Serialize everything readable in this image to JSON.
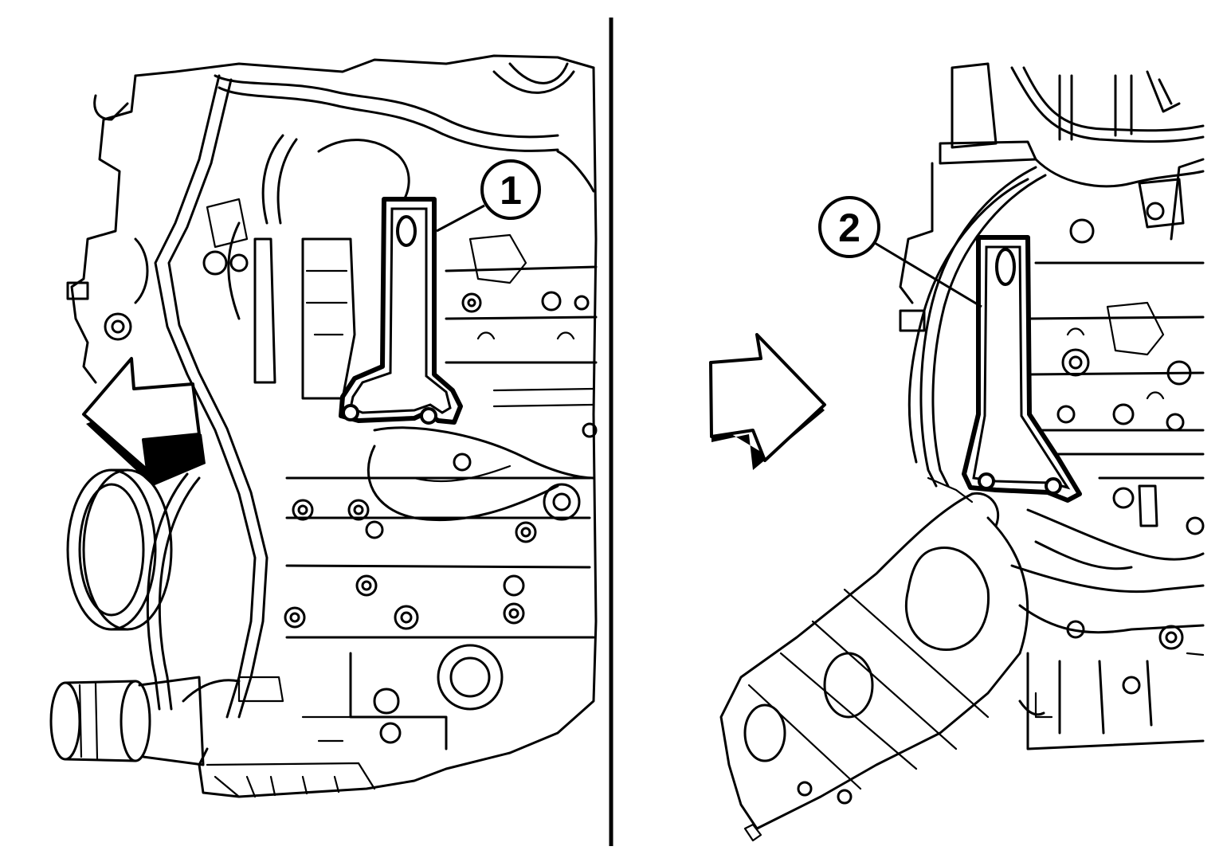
{
  "figure": {
    "left_panel": {
      "callout": {
        "label": "1"
      },
      "arrow_direction": "left"
    },
    "right_panel": {
      "callout": {
        "label": "2"
      },
      "arrow_direction": "right"
    }
  },
  "colors": {
    "line": "#000000",
    "background": "#ffffff"
  }
}
